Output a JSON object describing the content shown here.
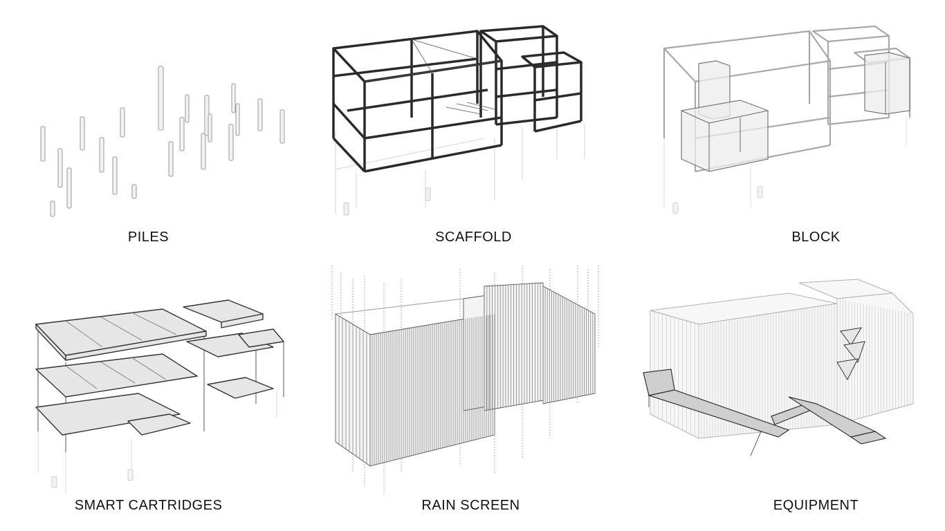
{
  "panels": [
    {
      "label": "PILES"
    },
    {
      "label": "SCAFFOLD"
    },
    {
      "label": "BLOCK"
    },
    {
      "label": "SMART CARTRIDGES"
    },
    {
      "label": "RAIN SCREEN"
    },
    {
      "label": "EQUIPMENT"
    }
  ]
}
